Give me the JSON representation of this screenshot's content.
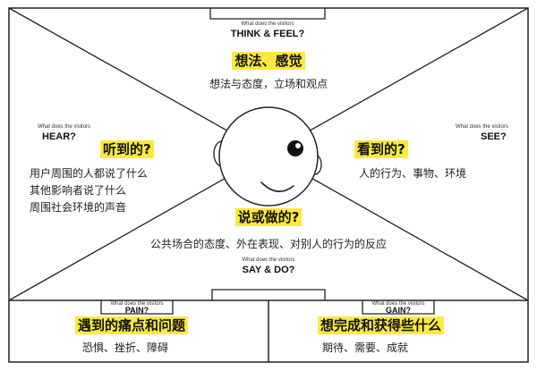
{
  "colors": {
    "highlight": "#fde93b",
    "line": "#222222",
    "background": "#ffffff"
  },
  "think": {
    "hint": "What does the visitors",
    "label": "THINK & FEEL?",
    "title": "想法、感觉",
    "desc": "想法与态度，立场和观点"
  },
  "hear": {
    "hint": "What does the visitors",
    "label": "HEAR?",
    "title": "听到的?",
    "lines": [
      "用户周围的人都说了什么",
      "其他影响者说了什么",
      "周围社会环境的声音"
    ]
  },
  "see": {
    "hint": "What does the visitors",
    "label": "SEE?",
    "title": "看到的?",
    "desc": "人的行为、事物、环境"
  },
  "say": {
    "hint": "What does the visitors",
    "label": "SAY & DO?",
    "title": "说或做的?",
    "desc": "公共场合的态度、外在表现、对别人的行为的反应"
  },
  "pain": {
    "hint": "What does the visitors",
    "label": "PAIN?",
    "title": "遇到的痛点和问题",
    "desc": "恐惧、挫折、障碍"
  },
  "gain": {
    "hint": "What does the visitors",
    "label": "GAIN?",
    "title": "想完成和获得些什么",
    "desc": "期待、需要、成就"
  }
}
